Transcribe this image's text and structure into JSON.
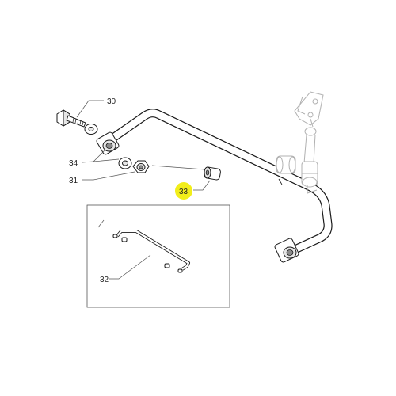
{
  "callouts": {
    "bolt": "30",
    "washer": "34",
    "nut": "31",
    "bushing": "33",
    "detail": "32"
  },
  "colors": {
    "highlight": "#f2ee1a",
    "line": "#1a1a1a",
    "leader": "#555555",
    "ghost": "#b0b0b0"
  }
}
